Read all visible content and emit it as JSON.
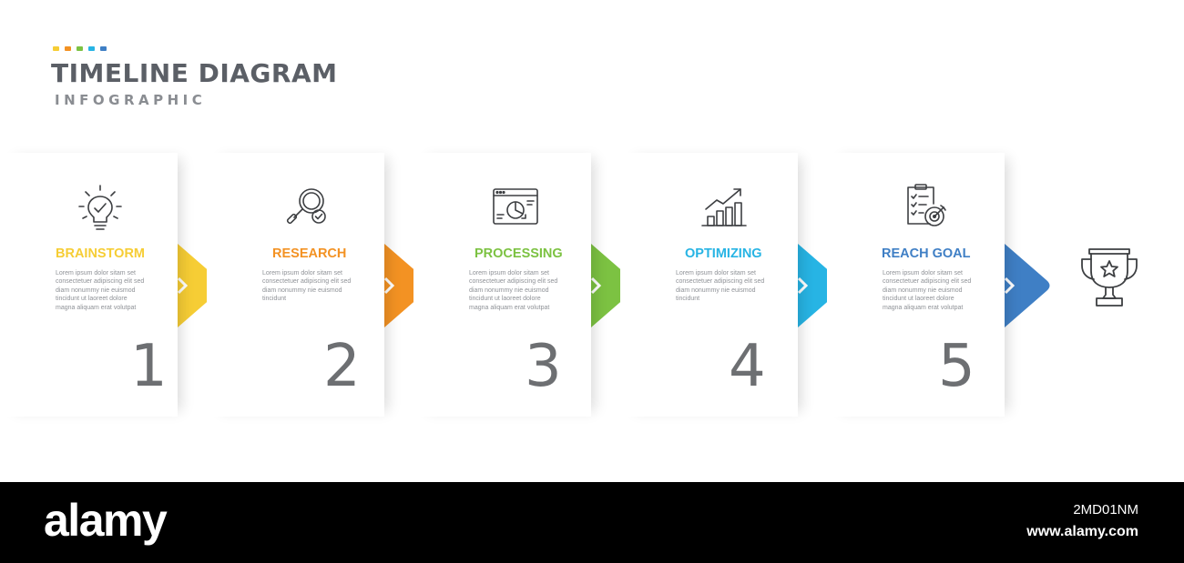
{
  "header": {
    "title": "TIMELINE DIAGRAM",
    "subtitle": "INFOGRAPHIC",
    "dot_colors": [
      "#f6cd35",
      "#f39223",
      "#7cc242",
      "#27b4e4",
      "#3f7fc5"
    ]
  },
  "steps": [
    {
      "number": "1",
      "label": "BRAINSTORM",
      "description": "Lorem ipsum dolor sitam set consectetuer adipiscing elit sed diam nonummy nie euismod tincidunt ut laoreet dolore magna aliquam erat volutpat",
      "icon": "lightbulb-icon",
      "color": "#f6cd35"
    },
    {
      "number": "2",
      "label": "RESEARCH",
      "description": "Lorem ipsum dolor sitam set consectetuer adipiscing elit sed diam nonummy nie euismod tincidunt",
      "icon": "magnifier-check-icon",
      "color": "#f39223"
    },
    {
      "number": "3",
      "label": "PROCESSING",
      "description": "Lorem ipsum dolor sitam set consectetuer adipiscing elit sed diam nonummy nie euismod tincidunt ut laoreet dolore magna aliquam erat volutpat",
      "icon": "browser-chart-icon",
      "color": "#7cc242"
    },
    {
      "number": "4",
      "label": "OPTIMIZING",
      "description": "Lorem ipsum dolor sitam set consectetuer adipiscing elit sed diam nonummy nie euismod tincidunt",
      "icon": "growth-chart-icon",
      "color": "#27b4e4"
    },
    {
      "number": "5",
      "label": "REACH GOAL",
      "description": "Lorem ipsum dolor sitam set consectetuer adipiscing elit sed diam nonummy nie euismod tincidunt ut laoreet dolore magna aliquam erat volutpat",
      "icon": "checklist-target-icon",
      "color": "#3f7fc5"
    }
  ],
  "goal": {
    "icon": "trophy-icon"
  },
  "footer": {
    "logo": "alamy",
    "image_id": "2MD01NM",
    "url": "www.alamy.com"
  }
}
